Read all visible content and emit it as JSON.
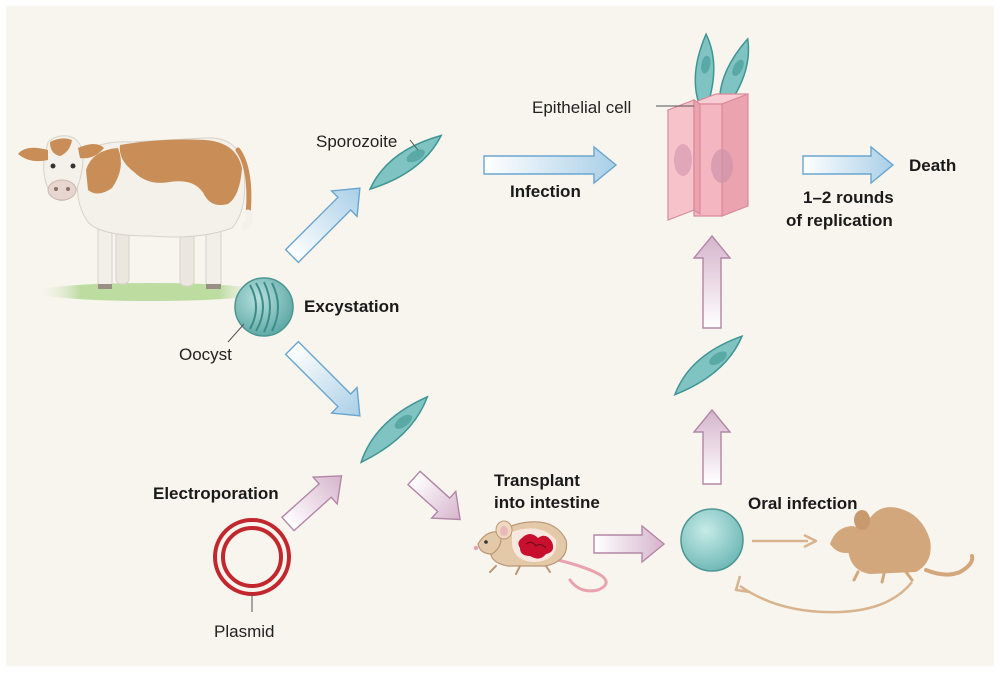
{
  "colors": {
    "background": "#f8f5ee",
    "blue_arrow": "#a9cfe7",
    "blue_arrow_edge": "#6aa5cf",
    "mauve_arrow": "#d6b4cc",
    "mauve_arrow_edge": "#b286a6",
    "tan_arrow": "#d8b38e",
    "parasite": "#7fc4c2",
    "cow_brown": "#c98e58",
    "epithelial": "#f4b7c1",
    "plasmid": "#c1272d",
    "mouse_tan": "#d3a77c"
  },
  "labels": {
    "sporozoite": "Sporozoite",
    "epithelial_cell": "Epithelial cell",
    "infection": "Infection",
    "death": "Death",
    "replication_line1": "1–2 rounds",
    "replication_line2": "of replication",
    "excystation": "Excystation",
    "oocyst": "Oocyst",
    "electroporation": "Electroporation",
    "transplant_line1": "Transplant",
    "transplant_line2": "into intestine",
    "oral_infection": "Oral infection",
    "plasmid": "Plasmid"
  },
  "icons": [
    "cow-icon",
    "oocyst-icon",
    "sporozoite-icon",
    "epithelial-cell-icon",
    "plasmid-icon",
    "mouse-icon",
    "mouse-silhouette-icon"
  ]
}
